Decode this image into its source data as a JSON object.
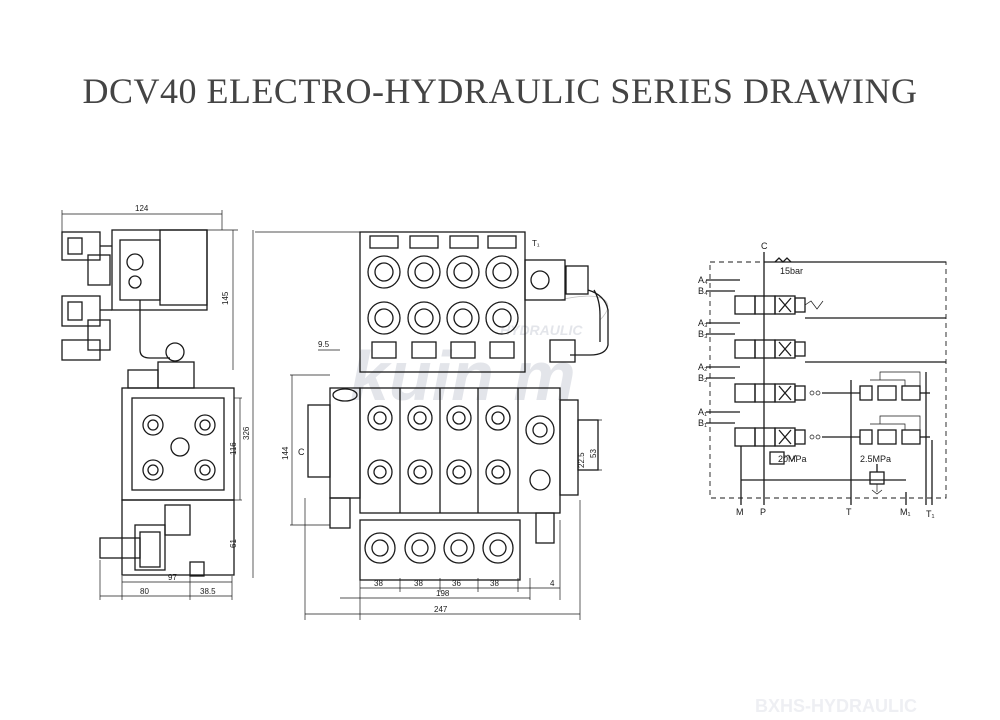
{
  "title": "DCV40 ELECTRO-HYDRAULIC SERIES DRAWING",
  "watermark": {
    "brand": "HYDRAULIC",
    "footer": "BXHS-HYDRAULIC"
  },
  "side_view_dims": {
    "top_width": "124",
    "height_upper": "145",
    "height_total": "326",
    "mid": "116",
    "lower": "61",
    "base_97": "97",
    "base_80": "80",
    "base_385": "38.5"
  },
  "front_view_dims": {
    "port_c": "C",
    "d144": "144",
    "d95": "9.5",
    "d225": "22.5",
    "d53": "53",
    "spacing_38": "38",
    "spacing_36": "36",
    "d4": "4",
    "d198": "198",
    "d247": "247",
    "t1": "T₁"
  },
  "schematic": {
    "ports_left": [
      "A₄",
      "B₄",
      "A₃",
      "B₃",
      "A₂",
      "B₂",
      "A₁",
      "B₁"
    ],
    "port_c": "C",
    "relief_top": "15bar",
    "relief_main": "20MPa",
    "relief_secondary": "2.5MPa",
    "ports_bottom": [
      "M",
      "P",
      "T",
      "M₁",
      "T₁"
    ]
  },
  "colors": {
    "line": "#1a1a1a",
    "title": "#444444",
    "watermark": "#c9ccd6"
  }
}
